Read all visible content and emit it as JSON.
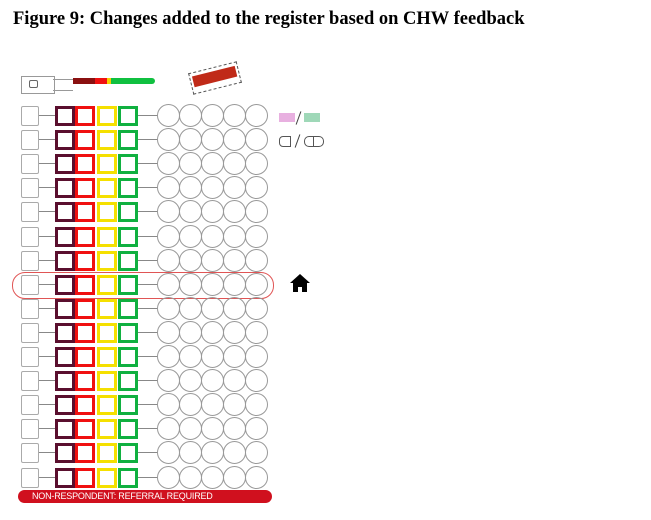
{
  "figure_title": "Figure 9: Changes added to the register based on CHW feedback",
  "register": {
    "row_count": 16,
    "highlighted_row_index": 7,
    "colors": {
      "maroon": "#5a0f2e",
      "red": "#f01010",
      "yellow": "#f5e000",
      "green": "#10b040",
      "highlight": "#e05555",
      "banner": "#d0101e"
    }
  },
  "banner_text": "NON-RESPONDENT: REFERRAL REQUIRED",
  "icons": [
    "muac-tape-icon",
    "red-tag-icon",
    "register-sheets-icon",
    "pill-capsule-icon",
    "house-icon"
  ]
}
